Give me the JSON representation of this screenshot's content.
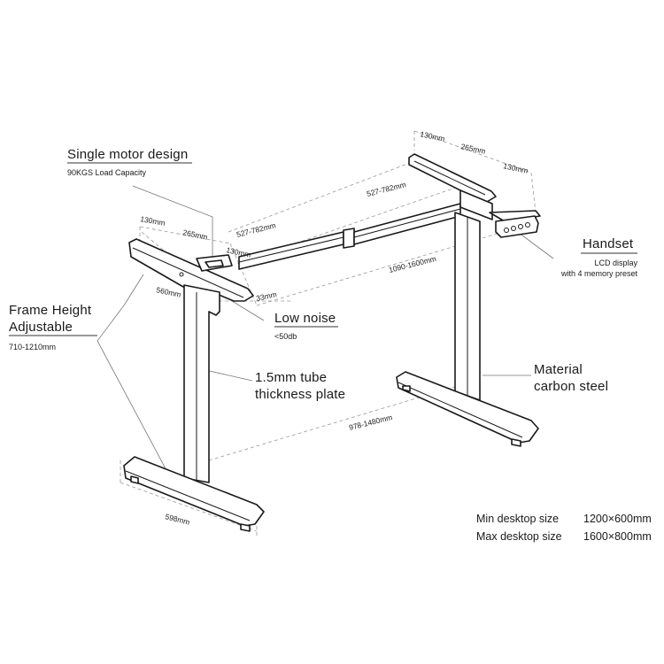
{
  "callouts": {
    "single_motor": {
      "title": "Single motor design",
      "sub": "90KGS Load Capacity"
    },
    "frame_height": {
      "title_line1": "Frame Height",
      "title_line2": "Adjustable",
      "sub": "710-1210mm"
    },
    "low_noise": {
      "title": "Low noise",
      "sub": "<50db"
    },
    "tube": {
      "title_line1": "1.5mm tube",
      "title_line2": "thickness plate"
    },
    "handset": {
      "title": "Handset",
      "sub_line1": "LCD display",
      "sub_line2": "with 4 memory preset"
    },
    "material": {
      "title_line1": "Material",
      "title_line2": "carbon steel"
    }
  },
  "dimensions": {
    "left_bracket_130": "130mm",
    "left_bracket_265": "265mm",
    "left_bracket_130b": "130mm",
    "left_beam": "527-782mm",
    "right_beam": "527-782mm",
    "right_bracket_130": "130mm",
    "right_bracket_265": "265mm",
    "right_bracket_130b": "130mm",
    "depth_560": "560mm",
    "depth_33": "33mm",
    "width_frame": "1090-1600mm",
    "feet_span": "978-1480mm",
    "foot_length": "598mm"
  },
  "specs": {
    "min": {
      "label": "Min desktop size",
      "value": "1200×600mm"
    },
    "max": {
      "label": "Max desktop size",
      "value": "1600×800mm"
    }
  },
  "colors": {
    "line": "#1a1a1a",
    "dashed": "#9a9a9a",
    "leader": "#777777",
    "background": "#ffffff"
  }
}
